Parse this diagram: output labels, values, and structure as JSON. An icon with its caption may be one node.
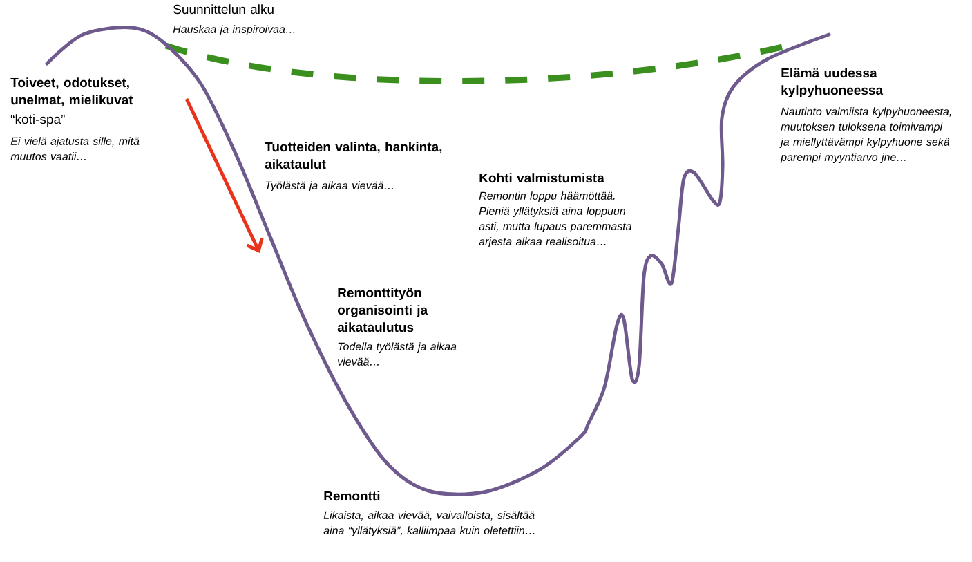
{
  "diagram": {
    "labels": [
      "Suunnittelun alku",
      "Hauskaa ja inspiroivaa…",
      "Toiveet, odotukset, unelmat, mielikuvat",
      "“koti-spa”",
      "Ei vielä ajatusta sille, mitä muutos vaatii…",
      "Elämä uudessa kylpyhuoneessa",
      "Nautinto valmiista kylpyhuoneesta, muutoksen tuloksena toimivampi ja miellyttävämpi kylpyhuone sekä parempi myyntiarvo jne…",
      "Tuotteiden valinta, hankinta, aikataulut",
      "Työlästä ja aikaa vievää…",
      "Kohti valmistumista",
      "Remontin loppu häämöttää. Pieniä yllätyksiä aina loppuun asti, mutta lupaus paremmasta arjesta alkaa realisoitua…",
      "Remonttityön organisointi ja aikataulutus",
      "Todella työlästä ja aikaa vievää…",
      "Remontti",
      "Likaista, aikaa vievää, vaivalloista, sisältää aina “yllätyksiä”, kalliimpaa kuin oletettiin…"
    ]
  }
}
